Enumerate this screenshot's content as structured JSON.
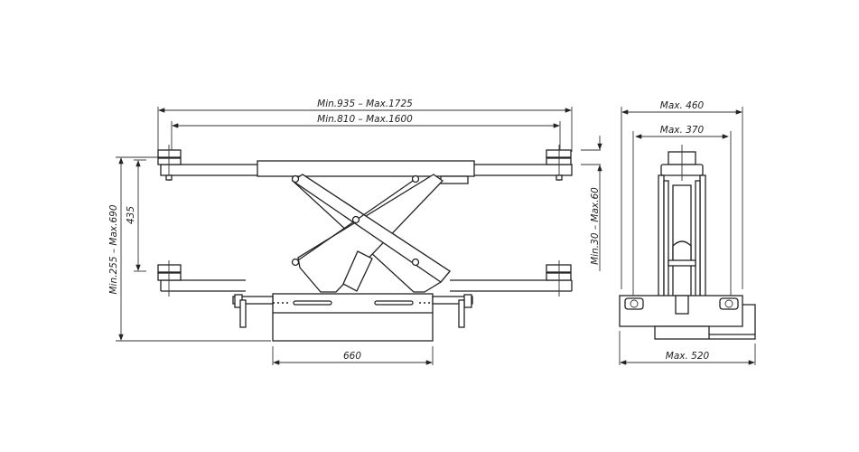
{
  "front_view": {
    "outer_width": "Min.935  –  Max.1725",
    "inner_width": "Min.810  –  Max.1600",
    "pad_height": "435",
    "total_height": "Min.255  –  Max.690",
    "base_width": "660",
    "adapter_height": "Min.30  –  Max.60"
  },
  "side_view": {
    "outer_width": "Max.  460",
    "inner_width": "Max.  370",
    "base_width": "Max.  520"
  }
}
